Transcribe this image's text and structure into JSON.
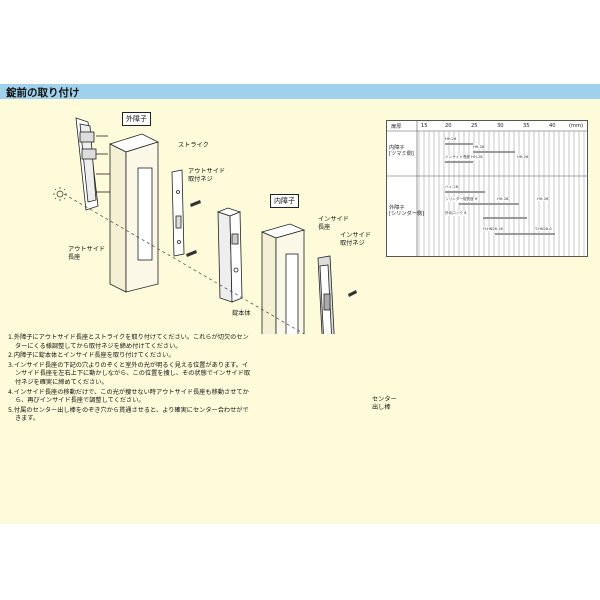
{
  "header": {
    "title": "錠前の取り付け"
  },
  "labels": {
    "outer_shoji": "外障子",
    "inner_shoji": "内障子",
    "strike": "ストライク",
    "outside_screw": "アウトサイド\n取付ネジ",
    "outside_handle": "アウトサイド\n長座",
    "lock_body": "錠本体",
    "inside_handle": "インサイド\n長座",
    "inside_screw": "インサイド\n取付ネジ",
    "center_rod": "センター\n出し棒"
  },
  "instructions": [
    "1.外障子にアウトサイド長座とストライクを取り付けてください。これらが切欠のセンターにくる様調整してから取付ネジを締め付けてください。",
    "2.内障子に錠本体とインサイド長座を取り付けてください。",
    "3.インサイド長座の下記の穴よりのぞくと室外の光が明るく見える位置があります。インサイド長座を左右上下に動かしながら、この位置を捜し、その状態でインサイド取付ネジを確実に締めてください。",
    "4.インサイド長座の移動だけで、この光が捜せない時アウトサイド長座も移動させてから、再びインサイド長座で調整してください。",
    "5.付属のセンター出し棒をのぞき穴から貫通させると、より確実にセンター合わせができます。"
  ],
  "table": {
    "header_left": "扉厚",
    "ticks": [
      "15",
      "20",
      "25",
      "30",
      "35",
      "40",
      "(mm)"
    ],
    "rows": [
      {
        "label": "内障子\n[ツマミ側]"
      },
      {
        "label": "外障子\n[シリンダー側]"
      }
    ],
    "cells": [
      "HH-26",
      "HH-28",
      "インサイド長座 HH-28",
      "HH-26",
      "ハイ-26",
      "シリンダー錠長座 R",
      "HH-28",
      "HH-26",
      "外北ロック 8",
      "H-HN26-16",
      "T-HN26-0"
    ]
  }
}
